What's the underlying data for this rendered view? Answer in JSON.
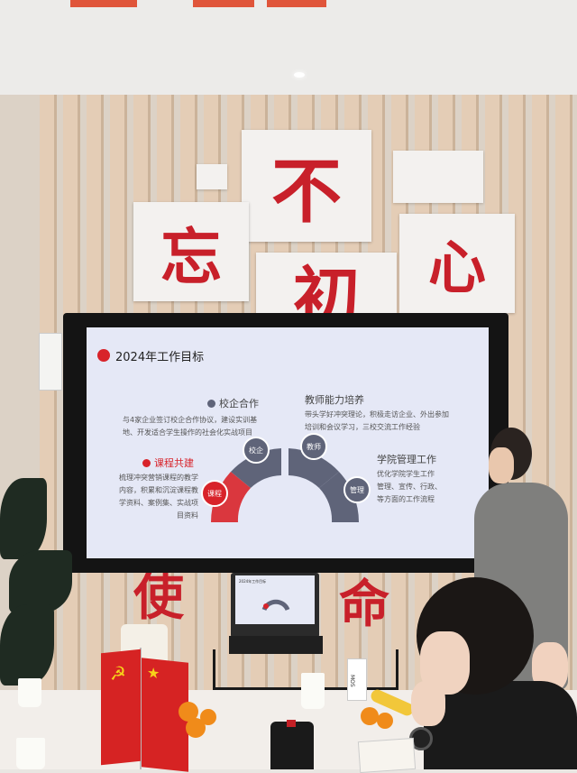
{
  "wall_slogan": {
    "top": [
      "不"
    ],
    "middle": [
      "忘",
      "心"
    ],
    "bottom": [
      "初"
    ]
  },
  "lower_slogan": [
    "使",
    "命"
  ],
  "slide": {
    "title": "2024年工作目标",
    "sections": {
      "school_enterprise": {
        "title": "校企合作",
        "lines": [
          "与4家企业签订校企合作协议，建设实训基",
          "地、开发适合学生操作的社会化实战项目"
        ]
      },
      "teacher": {
        "title": "教师能力培养",
        "lines": [
          "带头学好冲突理论，积极走访企业、外出参加",
          "培训和会议学习，三校交流工作经验"
        ]
      },
      "course": {
        "title": "课程共建",
        "lines": [
          "梳理冲突营销课程的教学",
          "内容，积累和沉淀课程教",
          "学资料、案例集、实战项",
          "目资料"
        ]
      },
      "college": {
        "title": "学院管理工作",
        "lines": [
          "优化学院学生工作",
          "管理、宣传、行政、",
          "等方面的工作流程"
        ]
      }
    },
    "nodes": [
      "课程",
      "校企",
      "教师",
      "管理"
    ]
  },
  "laptop_title": "2024年工作目标",
  "milk_label": "MOS",
  "colors": {
    "accent_red": "#d8232a",
    "node_gray": "#5f6479",
    "slide_bg": "#e5e8f6",
    "slogan_red": "#c8202a"
  }
}
